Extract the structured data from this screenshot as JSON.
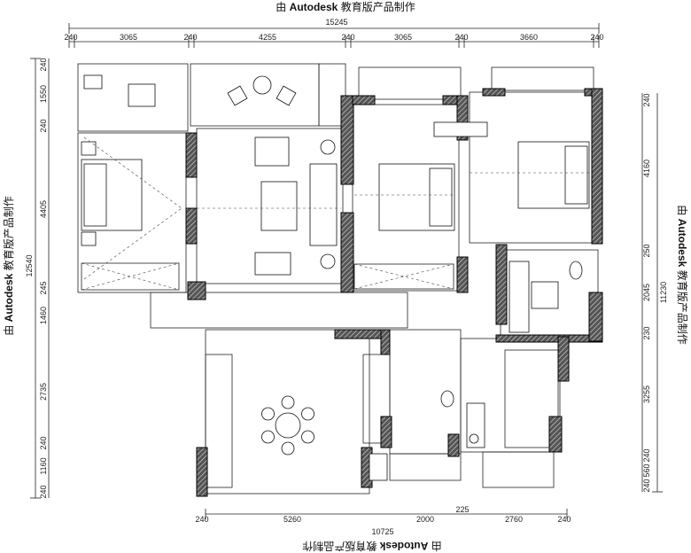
{
  "watermark": {
    "prefix": "由",
    "brand": "Autodesk",
    "suffix": "教育版产品制作"
  },
  "dimensions": {
    "top": {
      "total": "15245",
      "segments": [
        "240",
        "3065",
        "240",
        "4255",
        "240",
        "3065",
        "240",
        "3660",
        "240"
      ]
    },
    "left": {
      "total": "12540",
      "segments": [
        "240",
        "1550",
        "240",
        "4405",
        "245",
        "1460",
        "2735",
        "240",
        "1160",
        "240"
      ]
    },
    "right": {
      "total": "11230",
      "segments": [
        "240",
        "4160",
        "250",
        "2045",
        "230",
        "3255",
        "240",
        "560",
        "240"
      ]
    },
    "bottom": {
      "total": "10725",
      "segments": [
        "240",
        "5260",
        "2000",
        "225",
        "2760",
        "240"
      ]
    }
  }
}
